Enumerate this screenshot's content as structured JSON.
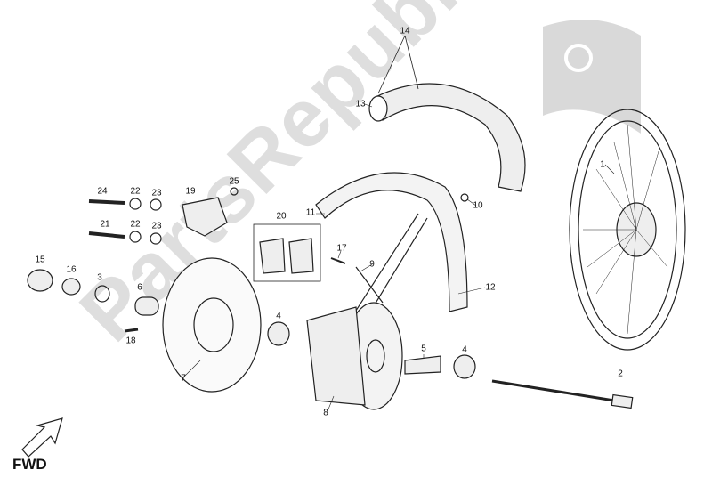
{
  "watermark": "PartsRepublik",
  "direction_label": "FWD",
  "callouts": [
    {
      "id": "c14",
      "text": "14"
    },
    {
      "id": "c13",
      "text": "13"
    },
    {
      "id": "c1",
      "text": "1"
    },
    {
      "id": "c24",
      "text": "24"
    },
    {
      "id": "c22a",
      "text": "22"
    },
    {
      "id": "c23a",
      "text": "23"
    },
    {
      "id": "c19",
      "text": "19"
    },
    {
      "id": "c25",
      "text": "25"
    },
    {
      "id": "c21",
      "text": "21"
    },
    {
      "id": "c22b",
      "text": "22"
    },
    {
      "id": "c23b",
      "text": "23"
    },
    {
      "id": "c20",
      "text": "20"
    },
    {
      "id": "c11",
      "text": "11"
    },
    {
      "id": "c10",
      "text": "10"
    },
    {
      "id": "c17",
      "text": "17"
    },
    {
      "id": "c9",
      "text": "9"
    },
    {
      "id": "c12",
      "text": "12"
    },
    {
      "id": "c15",
      "text": "15"
    },
    {
      "id": "c16",
      "text": "16"
    },
    {
      "id": "c3",
      "text": "3"
    },
    {
      "id": "c6",
      "text": "6"
    },
    {
      "id": "c18",
      "text": "18"
    },
    {
      "id": "c7",
      "text": "7"
    },
    {
      "id": "c4a",
      "text": "4"
    },
    {
      "id": "c8",
      "text": "8"
    },
    {
      "id": "c5",
      "text": "5"
    },
    {
      "id": "c4b",
      "text": "4"
    },
    {
      "id": "c2",
      "text": "2"
    }
  ]
}
